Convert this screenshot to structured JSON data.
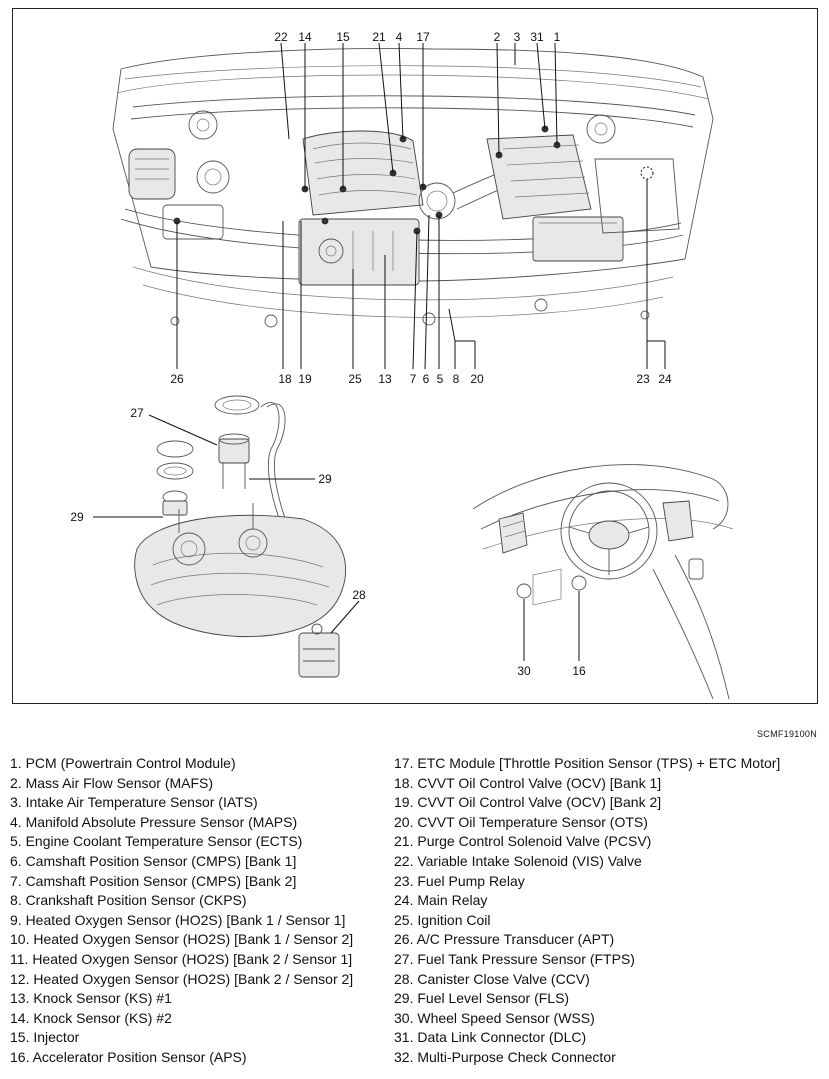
{
  "figure_code": "SCMF19100N",
  "callouts": {
    "engine_top": [
      "22",
      "14",
      "15",
      "21",
      "4",
      "17",
      "2",
      "3",
      "31",
      "1"
    ],
    "engine_bottom": [
      "26",
      "18",
      "19",
      "25",
      "13",
      "7",
      "6",
      "5",
      "8",
      "20",
      "23",
      "24"
    ],
    "fuel_tank": [
      "27",
      "29",
      "29",
      "28"
    ],
    "dashboard": [
      "30",
      "16"
    ]
  },
  "legend_left": [
    "1. PCM (Powertrain Control Module)",
    "2. Mass Air Flow Sensor (MAFS)",
    "3. Intake Air Temperature Sensor (IATS)",
    "4. Manifold Absolute Pressure Sensor (MAPS)",
    "5. Engine Coolant Temperature Sensor (ECTS)",
    "6. Camshaft Position Sensor (CMPS) [Bank 1]",
    "7. Camshaft Position Sensor (CMPS) [Bank 2]",
    "8. Crankshaft Position Sensor (CKPS)",
    "9. Heated Oxygen Sensor (HO2S) [Bank 1 / Sensor 1]",
    "10. Heated Oxygen Sensor (HO2S) [Bank 1 / Sensor 2]",
    "11. Heated Oxygen Sensor (HO2S) [Bank 2 / Sensor 1]",
    "12. Heated Oxygen Sensor (HO2S) [Bank 2 / Sensor 2]",
    "13. Knock Sensor (KS) #1",
    "14. Knock Sensor (KS) #2",
    "15. Injector",
    "16. Accelerator Position Sensor (APS)"
  ],
  "legend_right": [
    "17. ETC Module [Throttle Position Sensor (TPS) + ETC Motor]",
    "18. CVVT Oil Control Valve (OCV) [Bank 1]",
    "19. CVVT Oil Control Valve (OCV) [Bank 2]",
    "20. CVVT Oil Temperature Sensor (OTS)",
    "21. Purge Control Solenoid Valve (PCSV)",
    "22. Variable Intake Solenoid (VIS) Valve",
    "23. Fuel Pump Relay",
    "24. Main Relay",
    "25. Ignition Coil",
    "26. A/C Pressure Transducer (APT)",
    "27. Fuel Tank Pressure Sensor (FTPS)",
    "28. Canister Close Valve (CCV)",
    "29. Fuel Level Sensor (FLS)",
    "30. Wheel Speed Sensor (WSS)",
    "31. Data Link Connector (DLC)",
    "32. Multi-Purpose Check Connector"
  ]
}
